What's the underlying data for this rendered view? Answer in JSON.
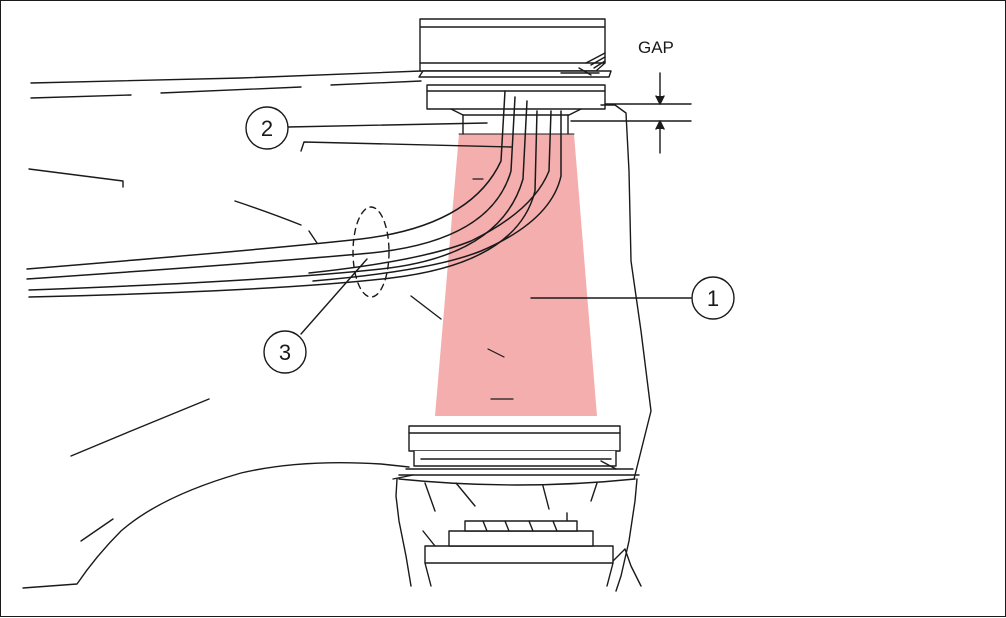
{
  "diagram": {
    "gap_label": "GAP",
    "callouts": [
      {
        "id": "1",
        "label": "1"
      },
      {
        "id": "2",
        "label": "2"
      },
      {
        "id": "3",
        "label": "3"
      }
    ],
    "colors": {
      "highlight_fill": "#f5aeae",
      "line": "#1a1a1a",
      "background": "#ffffff"
    }
  }
}
